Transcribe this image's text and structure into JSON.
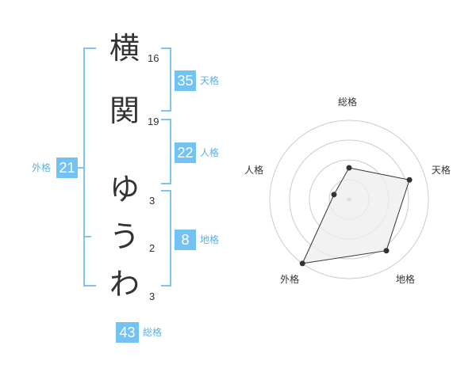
{
  "name": {
    "chars": [
      {
        "char": "横",
        "strokes": "16"
      },
      {
        "char": "関",
        "strokes": "19"
      },
      {
        "char": "ゆ",
        "strokes": "3"
      },
      {
        "char": "う",
        "strokes": "2"
      },
      {
        "char": "わ",
        "strokes": "3"
      }
    ]
  },
  "kakusu": {
    "tenkaku": {
      "value": "35",
      "label": "天格"
    },
    "jinkaku": {
      "value": "22",
      "label": "人格"
    },
    "chikaku": {
      "value": "8",
      "label": "地格"
    },
    "gaikaku": {
      "value": "21",
      "label": "外格"
    },
    "soukaku": {
      "value": "43",
      "label": "総格"
    }
  },
  "chart_data": {
    "type": "radar",
    "axes": [
      "総格",
      "天格",
      "地格",
      "外格",
      "人格"
    ],
    "values": [
      2,
      4,
      4,
      5,
      1
    ],
    "max": 5,
    "rings": 4,
    "colors": {
      "fill": "#eeeeee",
      "stroke": "#333333",
      "grid": "#cccccc",
      "center": "#bbbbbb"
    }
  },
  "colors": {
    "accent": "#72c3f3",
    "bracket": "#7fc3ef"
  }
}
